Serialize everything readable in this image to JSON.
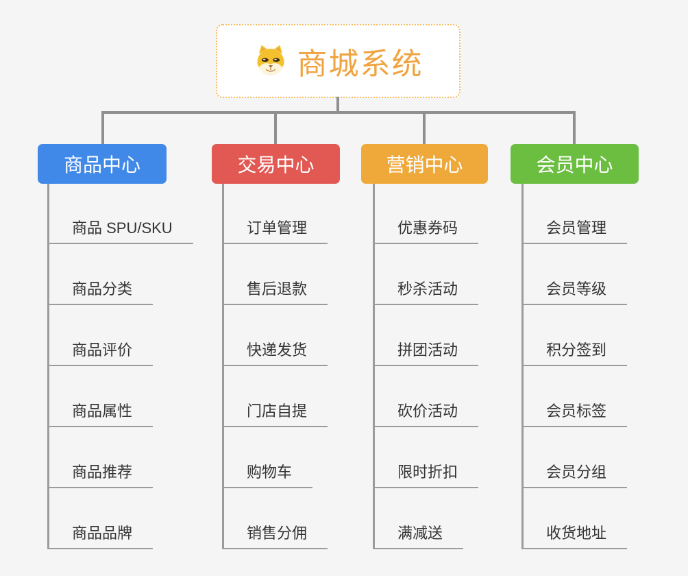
{
  "root": {
    "title": "商城系统",
    "icon": "dog-face-icon"
  },
  "branches": [
    {
      "label": "商品中心",
      "color": "#4189E8",
      "children": [
        "商品 SPU/SKU",
        "商品分类",
        "商品评价",
        "商品属性",
        "商品推荐",
        "商品品牌"
      ]
    },
    {
      "label": "交易中心",
      "color": "#E25852",
      "children": [
        "订单管理",
        "售后退款",
        "快递发货",
        "门店自提",
        "购物车",
        "销售分佣"
      ]
    },
    {
      "label": "营销中心",
      "color": "#EFA93B",
      "children": [
        "优惠券码",
        "秒杀活动",
        "拼团活动",
        "砍价活动",
        "限时折扣",
        "满减送"
      ]
    },
    {
      "label": "会员中心",
      "color": "#6CBE41",
      "children": [
        "会员管理",
        "会员等级",
        "积分签到",
        "会员标签",
        "会员分组",
        "收货地址"
      ]
    }
  ],
  "colors": {
    "root_title": "#F0A441",
    "root_border": "#F7BA5C",
    "connector": "#8F8F8F",
    "child_text": "#333333",
    "background": "#F5F5F6",
    "icon_fur": "#F5C02E",
    "icon_muzzle": "#FDF4DC"
  }
}
